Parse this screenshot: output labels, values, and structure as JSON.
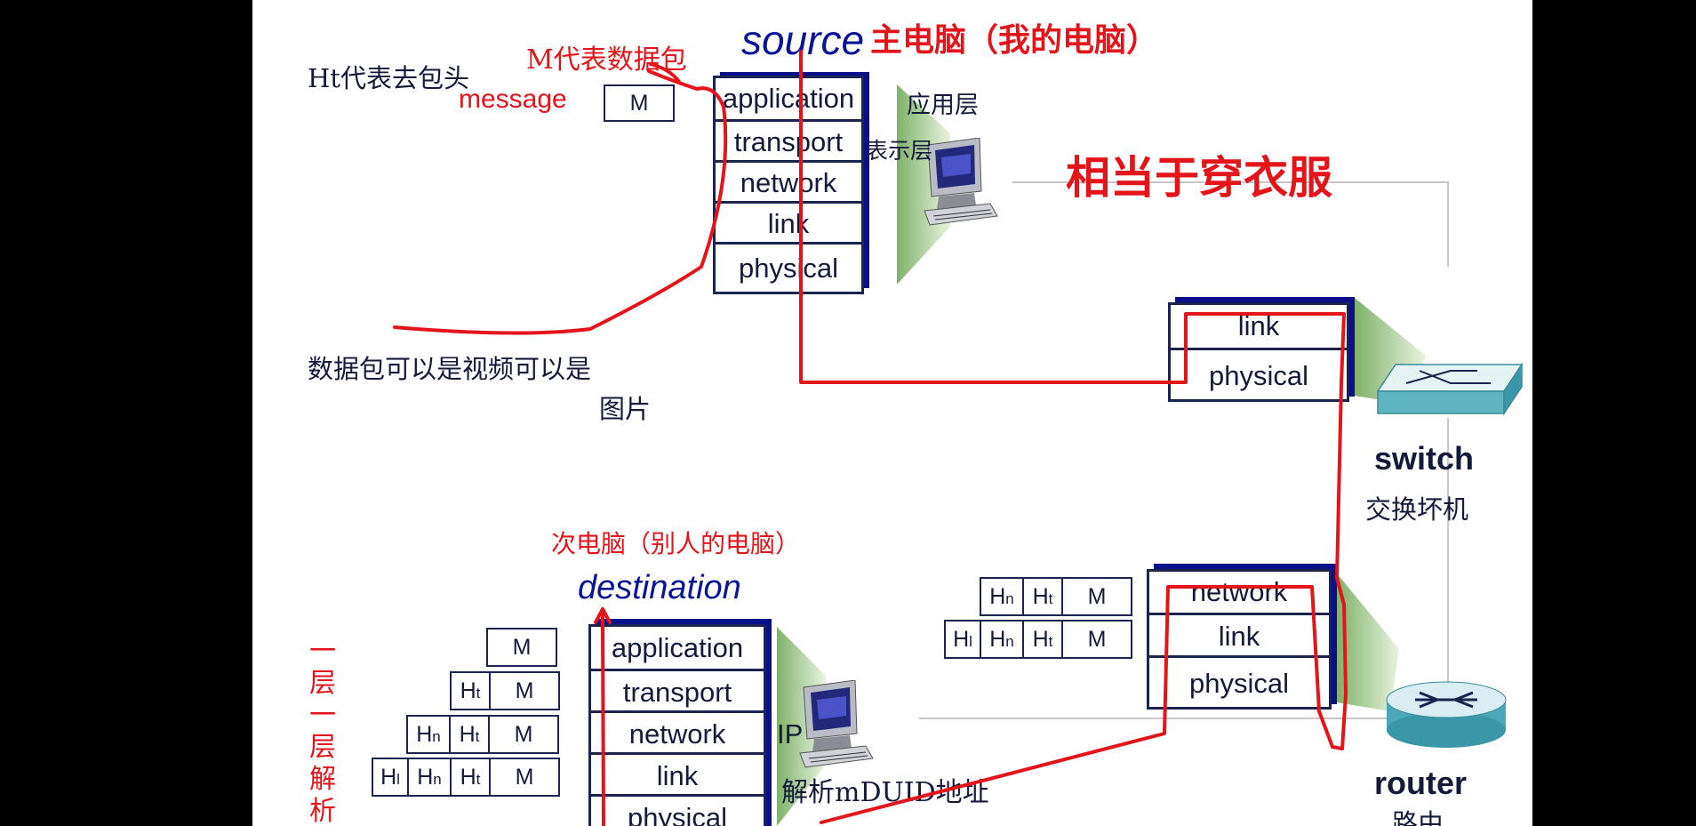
{
  "labels": {
    "source_title": "source",
    "source_cn": "主电脑（我的电脑）",
    "m_packet": "M代表数据包",
    "ht_header": "Ht代表去包头",
    "message": "message",
    "app_layer_cn": "应用层",
    "presentation_cn": "表示层",
    "clothes": "相当于穿衣服",
    "packet_desc_line1": "数据包可以是视频可以是",
    "packet_desc_line2": "图片",
    "dest_cn": "次电脑（别人的电脑）",
    "destination_title": "destination",
    "parse_vertical": "一层一层解析",
    "ip": "IP",
    "parse_mac": "解析mDUID地址",
    "switch": "switch",
    "switch_cn": "交换坏机",
    "router": "router",
    "router_cn": "路由"
  },
  "message_box": {
    "m": "M"
  },
  "source_stack": [
    "application",
    "transport",
    "network",
    "link",
    "physical"
  ],
  "switch_stack": [
    "link",
    "physical"
  ],
  "router_stack": [
    "network",
    "link",
    "physical"
  ],
  "dest_stack": [
    "application",
    "transport",
    "network",
    "link",
    "physical"
  ],
  "headers": {
    "h": "H",
    "t": "t",
    "n": "n",
    "l": "l",
    "m": "M"
  },
  "colors": {
    "red": "#e4141b",
    "stack_shadow": "#0b0f8a",
    "stack_border": "#1b2350",
    "title_blue": "#0a1496",
    "wire": "#c8c8c8"
  },
  "icons": [
    "computer-icon",
    "switch-icon",
    "router-icon"
  ]
}
